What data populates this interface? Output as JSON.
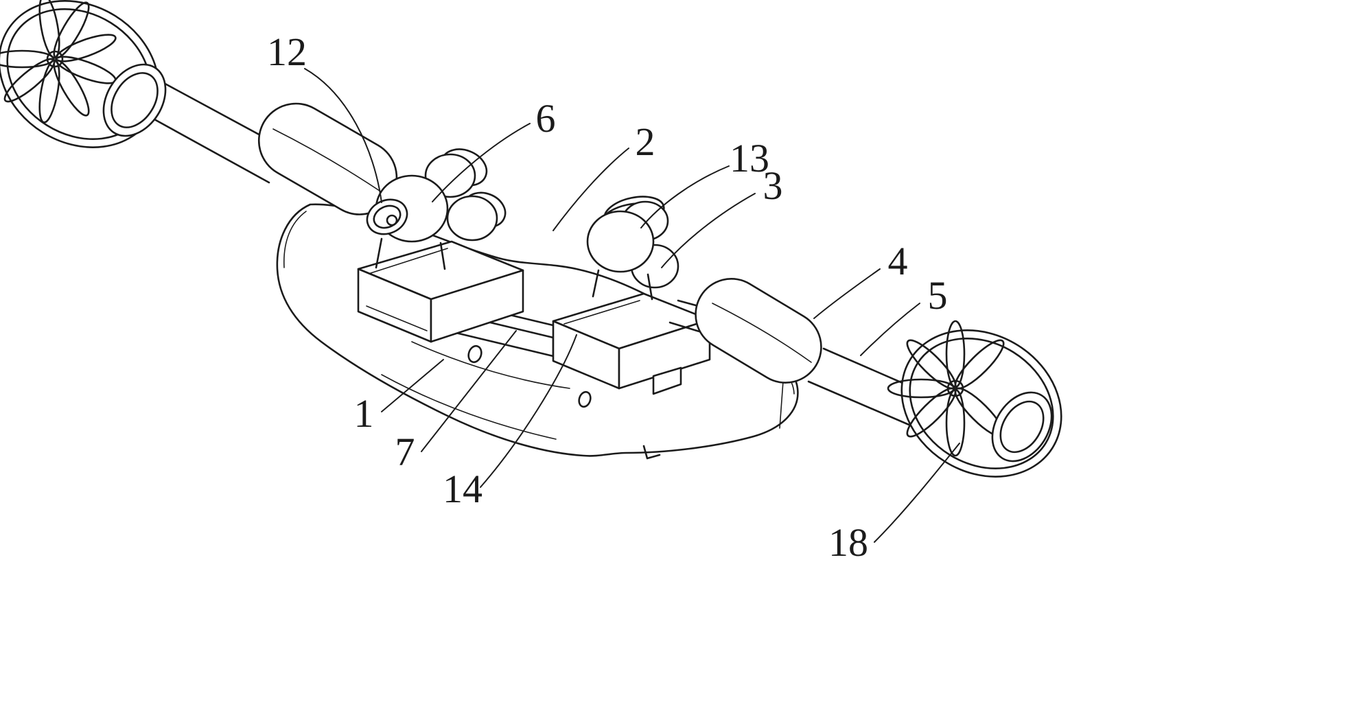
{
  "figure": {
    "background": "#ffffff",
    "line_color": "#1b1b1b"
  },
  "labels": [
    {
      "ref": "12"
    },
    {
      "ref": "6"
    },
    {
      "ref": "2"
    },
    {
      "ref": "13"
    },
    {
      "ref": "3"
    },
    {
      "ref": "4"
    },
    {
      "ref": "5"
    },
    {
      "ref": "1"
    },
    {
      "ref": "7"
    },
    {
      "ref": "14"
    },
    {
      "ref": "18"
    }
  ]
}
